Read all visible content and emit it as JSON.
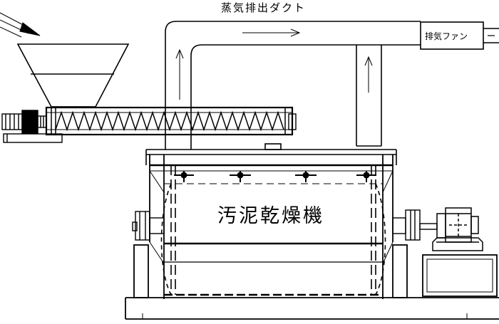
{
  "labels": {
    "steam_duct": "蒸気排出ダクト",
    "exhaust_fan": "排気ファン",
    "sludge_dryer": "汚泥乾燥機"
  },
  "colors": {
    "line": "#000000",
    "background": "#ffffff"
  }
}
